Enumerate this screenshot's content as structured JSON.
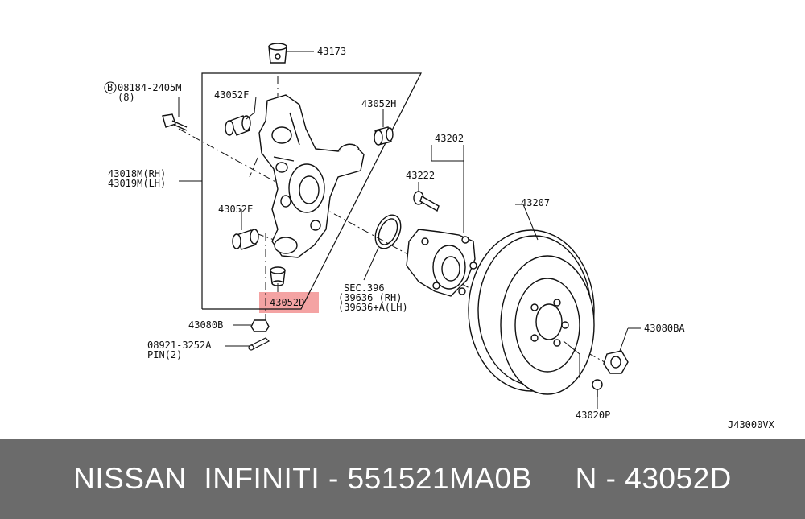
{
  "diagram": {
    "labels": {
      "p43173": "43173",
      "p43052F": "43052F",
      "p43052H": "43052H",
      "p08184": "08184-2405M",
      "p08184_qty": "(8)",
      "p43018": "43018M(RH)",
      "p43019": "43019M(LH)",
      "p43052E": "43052E",
      "p43052D": "43052D",
      "p43080B": "43080B",
      "p08921": "08921-3252A",
      "p08921_pin": "PIN(2)",
      "p43202": "43202",
      "p43222": "43222",
      "p43207": "43207",
      "sec396": "SEC.396",
      "p39636": "(39636   (RH)",
      "p39636A": "(39636+A(LH)",
      "p43080BA": "43080BA",
      "p43020P": "43020P",
      "drawing_code": "J43000VX"
    },
    "circle_letter": "B",
    "highlight_color": "#f4a3a3"
  },
  "footer": {
    "text": "NISSAN  INFINITI - 551521MA0B     N - 43052D"
  }
}
